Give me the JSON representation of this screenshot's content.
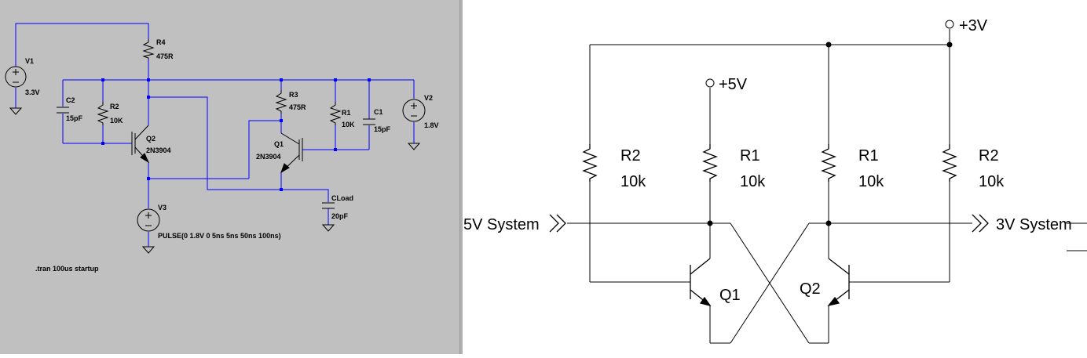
{
  "left_schematic": {
    "v1": {
      "name": "V1",
      "value": "3.3V"
    },
    "v2": {
      "name": "V2",
      "value": "1.8V"
    },
    "v3": {
      "name": "V3",
      "value": "PULSE(0 1.8V 0 5ns 5ns 50ns 100ns)"
    },
    "r4": {
      "name": "R4",
      "value": "475R"
    },
    "r3": {
      "name": "R3",
      "value": "475R"
    },
    "r2": {
      "name": "R2",
      "value": "10K"
    },
    "r1": {
      "name": "R1",
      "value": "10K"
    },
    "c2": {
      "name": "C2",
      "value": "15pF"
    },
    "c1": {
      "name": "C1",
      "value": "15pF"
    },
    "cload": {
      "name": "CLoad",
      "value": "20pF"
    },
    "q2": {
      "name": "Q2",
      "value": "2N3904"
    },
    "q1": {
      "name": "Q1",
      "value": "2N3904"
    },
    "directive": ".tran 100us startup"
  },
  "right_schematic": {
    "supply_3v": "+3V",
    "supply_5v": "+5V",
    "r2_left": {
      "name": "R2",
      "value": "10k"
    },
    "r1_left": {
      "name": "R1",
      "value": "10k"
    },
    "r1_right": {
      "name": "R1",
      "value": "10k"
    },
    "r2_right": {
      "name": "R2",
      "value": "10k"
    },
    "q1": "Q1",
    "q2": "Q2",
    "input_label": "5V System",
    "output_label": "3V System"
  }
}
